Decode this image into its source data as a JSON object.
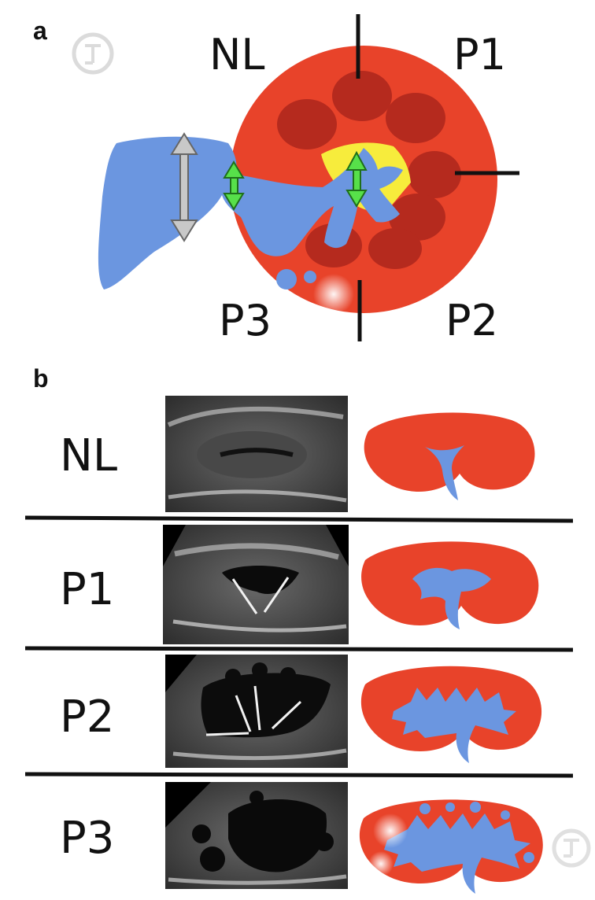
{
  "panel_a": {
    "letter": "a",
    "zones": {
      "nl": "NL",
      "p1": "P1",
      "p2": "P2",
      "p3": "P3"
    }
  },
  "panel_b": {
    "letter": "b",
    "rows": [
      {
        "label": "NL"
      },
      {
        "label": "P1"
      },
      {
        "label": "P2"
      },
      {
        "label": "P3"
      }
    ]
  },
  "colors": {
    "kidney": "#e8432a",
    "calyx_dark": "#b52a1e",
    "collecting_system": "#6b96e0",
    "sinus_fat": "#f7ec3c",
    "arrow_green": "#57e04a",
    "arrow_gray": "#c8c8c8",
    "divider": "#111111"
  },
  "icons": {
    "watermark": "sfu-logo-icon"
  }
}
